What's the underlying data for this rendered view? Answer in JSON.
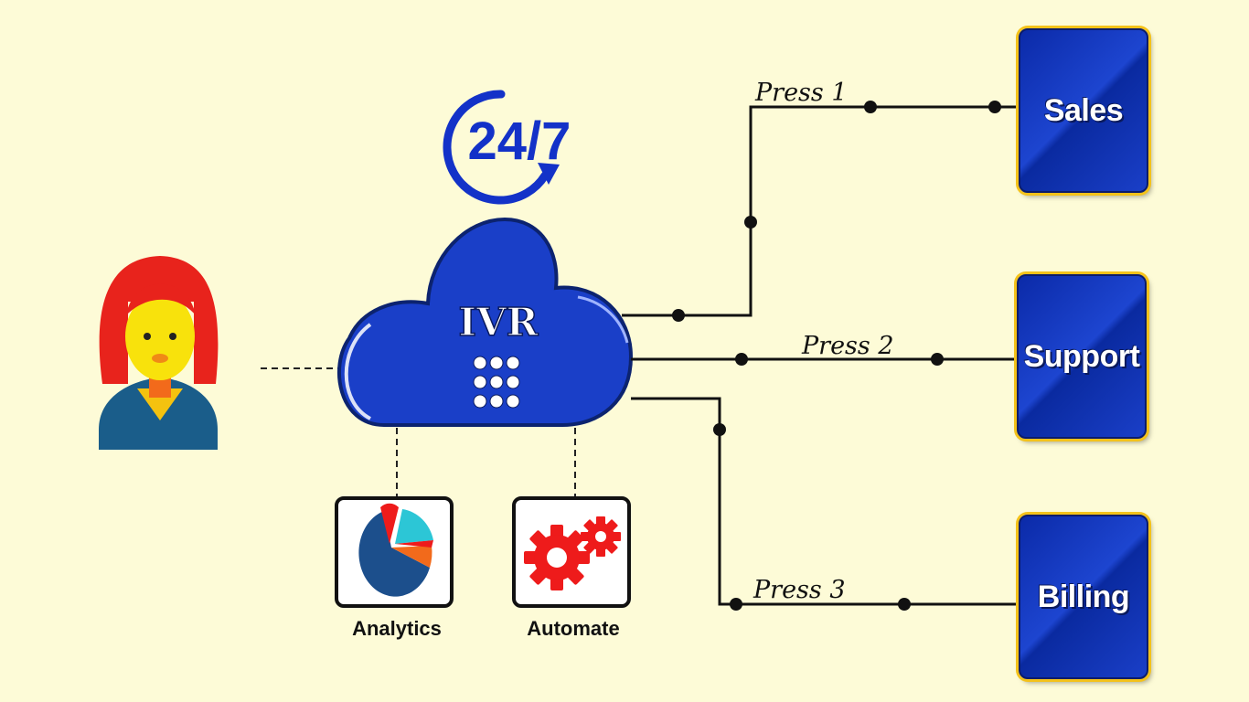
{
  "badge": {
    "text": "24/7"
  },
  "cloud": {
    "title": "IVR"
  },
  "routes": [
    {
      "press_label": "Press 1",
      "department": "Sales"
    },
    {
      "press_label": "Press 2",
      "department": "Support"
    },
    {
      "press_label": "Press 3",
      "department": "Billing"
    }
  ],
  "tools": [
    {
      "label": "Analytics",
      "icon": "pie-chart-icon"
    },
    {
      "label": "Automate",
      "icon": "gears-icon"
    }
  ],
  "colors": {
    "background": "#fdfbd7",
    "cloud_blue": "#1a3fc8",
    "dept_blue": "#1d45d0",
    "accent_red": "#ee1b1b",
    "hair_red": "#e8231c",
    "face_yellow": "#f8e20c",
    "badge_blue": "#1332c8"
  }
}
